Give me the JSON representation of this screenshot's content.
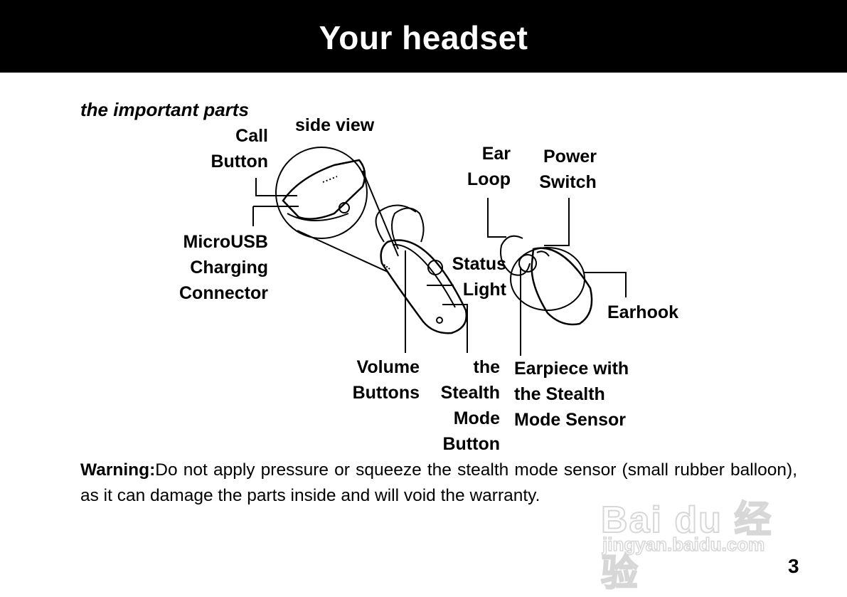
{
  "header": {
    "title": "Your headset"
  },
  "subhead": "the important parts",
  "side_view": "side view",
  "labels": {
    "call_button": [
      "Call",
      "Button"
    ],
    "microusb": [
      "MicroUSB",
      "Charging",
      "Connector"
    ],
    "ear_loop": [
      "Ear",
      "Loop"
    ],
    "power_switch": [
      "Power",
      "Switch"
    ],
    "status_light": [
      "Status",
      "Light"
    ],
    "earhook": "Earhook",
    "volume_buttons": [
      "Volume",
      "Buttons"
    ],
    "stealth_button": [
      "the",
      "Stealth",
      "Mode",
      "Button"
    ],
    "earpiece": [
      "Earpiece with",
      "the Stealth",
      "Mode Sensor"
    ]
  },
  "warning": {
    "label": "Warning:",
    "text": "Do not apply pressure or squeeze the stealth mode sensor (small rubber balloon), as it can damage the parts inside and will void the warranty."
  },
  "watermark": {
    "logo": "Bai du 经验",
    "url": "jingyan.baidu.com"
  },
  "page_number": "3"
}
